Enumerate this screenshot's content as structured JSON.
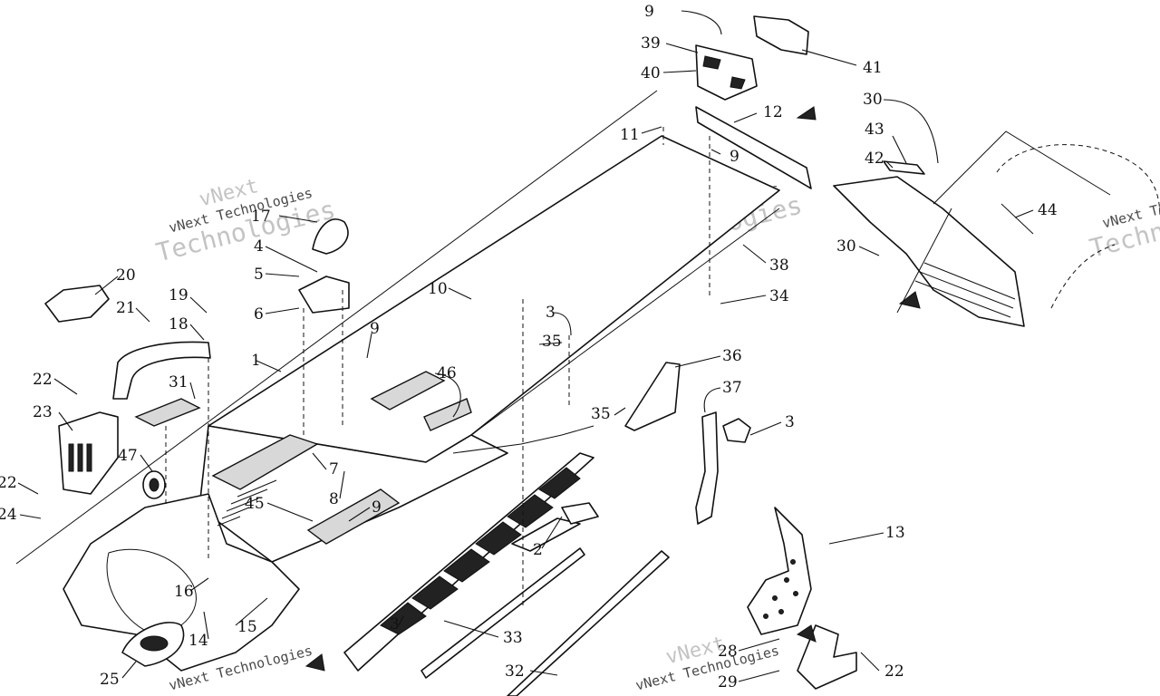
{
  "watermark": {
    "line1": "vNext",
    "line2": "vNext Technologies",
    "line3": "Technologies"
  },
  "callouts": [
    {
      "id": "c9a",
      "text": "9"
    },
    {
      "id": "c39",
      "text": "39"
    },
    {
      "id": "c40",
      "text": "40"
    },
    {
      "id": "c41",
      "text": "41"
    },
    {
      "id": "c12",
      "text": "12"
    },
    {
      "id": "c11",
      "text": "11"
    },
    {
      "id": "c9b",
      "text": "9"
    },
    {
      "id": "c30a",
      "text": "30"
    },
    {
      "id": "c43",
      "text": "43"
    },
    {
      "id": "c42",
      "text": "42"
    },
    {
      "id": "c44",
      "text": "44"
    },
    {
      "id": "c30b",
      "text": "30"
    },
    {
      "id": "c17",
      "text": "17"
    },
    {
      "id": "c4",
      "text": "4"
    },
    {
      "id": "c5",
      "text": "5"
    },
    {
      "id": "c6",
      "text": "6"
    },
    {
      "id": "c20",
      "text": "20"
    },
    {
      "id": "c21",
      "text": "21"
    },
    {
      "id": "c19",
      "text": "19"
    },
    {
      "id": "c18",
      "text": "18"
    },
    {
      "id": "c1",
      "text": "1"
    },
    {
      "id": "c10",
      "text": "10"
    },
    {
      "id": "c38",
      "text": "38"
    },
    {
      "id": "c34",
      "text": "34"
    },
    {
      "id": "c3a",
      "text": "3"
    },
    {
      "id": "c35a",
      "text": "35"
    },
    {
      "id": "c36",
      "text": "36"
    },
    {
      "id": "c9c",
      "text": "9"
    },
    {
      "id": "c46",
      "text": "46"
    },
    {
      "id": "c22a",
      "text": "22"
    },
    {
      "id": "c23",
      "text": "23"
    },
    {
      "id": "c31",
      "text": "31"
    },
    {
      "id": "c37",
      "text": "37"
    },
    {
      "id": "c35b",
      "text": "35"
    },
    {
      "id": "c3b",
      "text": "3"
    },
    {
      "id": "c47",
      "text": "47"
    },
    {
      "id": "c7",
      "text": "7"
    },
    {
      "id": "c8",
      "text": "8"
    },
    {
      "id": "c22b",
      "text": "22"
    },
    {
      "id": "c24",
      "text": "24"
    },
    {
      "id": "c45",
      "text": "45"
    },
    {
      "id": "c9d",
      "text": "9"
    },
    {
      "id": "c13",
      "text": "13"
    },
    {
      "id": "c2",
      "text": "2"
    },
    {
      "id": "c16",
      "text": "16"
    },
    {
      "id": "c15",
      "text": "15"
    },
    {
      "id": "c14",
      "text": "14"
    },
    {
      "id": "c3c",
      "text": "3"
    },
    {
      "id": "c33",
      "text": "33"
    },
    {
      "id": "c28",
      "text": "28"
    },
    {
      "id": "c25",
      "text": "25"
    },
    {
      "id": "c32",
      "text": "32"
    },
    {
      "id": "c29",
      "text": "29"
    },
    {
      "id": "c22c",
      "text": "22"
    }
  ]
}
